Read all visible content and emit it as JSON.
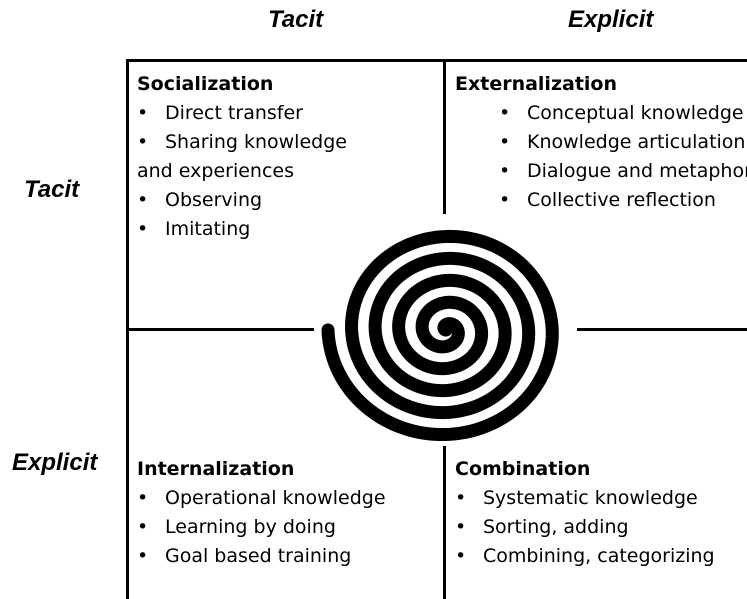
{
  "columns": {
    "tacit": "Tacit",
    "explicit": "Explicit"
  },
  "rows": {
    "tacit": "Tacit",
    "explicit": "Explicit"
  },
  "socialization": {
    "title": "Socialization",
    "items": [
      "Direct transfer",
      "Sharing knowledge"
    ],
    "continuation": "and experiences",
    "items2": [
      "Observing",
      "Imitating"
    ]
  },
  "externalization": {
    "title": "Externalization",
    "items": [
      "Conceptual knowledge",
      "Knowledge articulation",
      "Dialogue and metaphors",
      "Collective reflection"
    ]
  },
  "internalization": {
    "title": "Internalization",
    "items": [
      "Operational knowledge",
      "Learning by doing",
      "Goal based training"
    ]
  },
  "combination": {
    "title": "Combination",
    "items": [
      "Systematic knowledge",
      "Sorting, adding",
      "Combining, categorizing"
    ]
  },
  "spiral": {
    "color": "#000000",
    "turns": 5
  },
  "bullet_char": "•"
}
